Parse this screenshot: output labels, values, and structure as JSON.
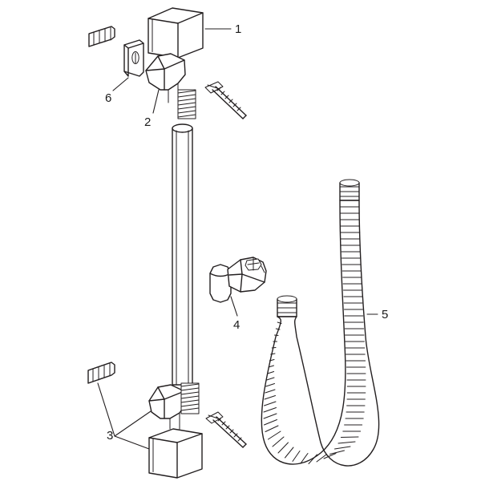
{
  "diagram": {
    "title": "Shower set exploded parts diagram",
    "background_color": "#ffffff",
    "line_color": "#231f20",
    "callouts": [
      {
        "id": "1",
        "label": "1",
        "part": "wall-cover-cap-top"
      },
      {
        "id": "2",
        "label": "2",
        "part": "upper-wall-bracket"
      },
      {
        "id": "3",
        "label": "3",
        "part": "lower-wall-bracket"
      },
      {
        "id": "4",
        "label": "4",
        "part": "hand-shower-holder"
      },
      {
        "id": "5",
        "label": "5",
        "part": "shower-hose"
      },
      {
        "id": "6",
        "label": "6",
        "part": "wall-plate"
      }
    ],
    "parts": {
      "bar": "vertical-shower-bar",
      "screws": "mounting-screws",
      "dowels": "wall-plugs",
      "hose": "flexible-metal-shower-hose",
      "holder": "sliding-hand-shower-holder"
    }
  }
}
